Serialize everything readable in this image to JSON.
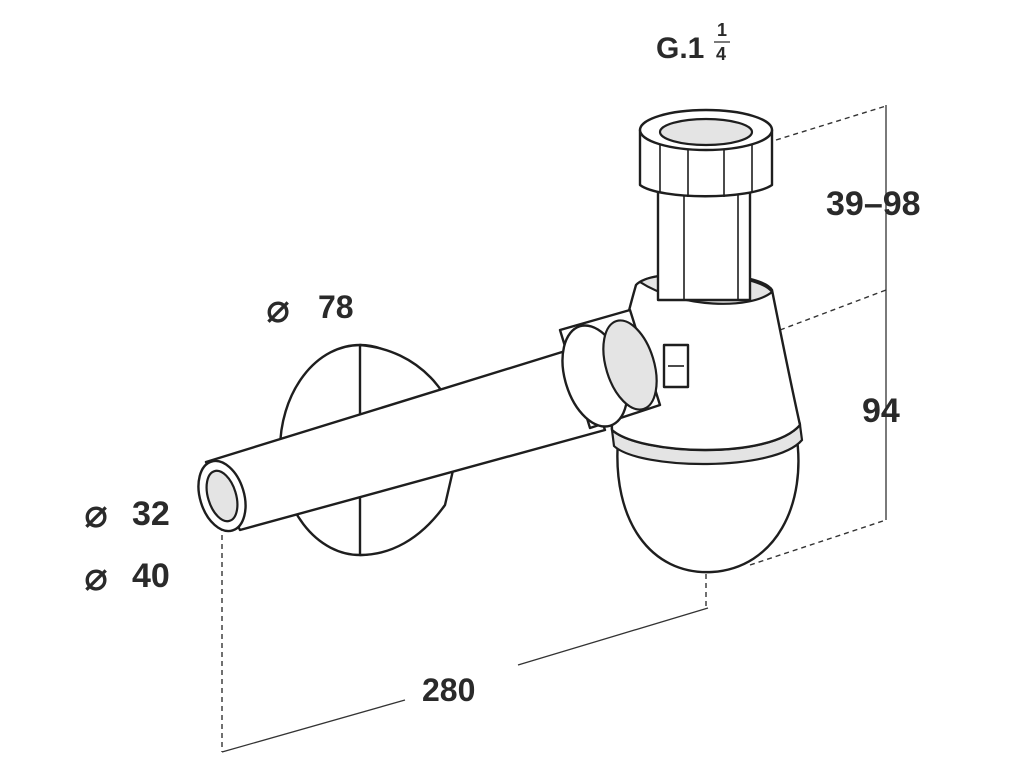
{
  "labels": {
    "thread_prefix": "G.1",
    "thread_num": "1",
    "thread_den": "4",
    "height_range": "39–98",
    "trap_height": "94",
    "rosette_dia_symbol": "⌀",
    "rosette_dia": "78",
    "pipe_dia_symbol_1": "⌀",
    "pipe_dia_1": "32",
    "pipe_dia_symbol_2": "⌀",
    "pipe_dia_2": "40",
    "length": "280"
  },
  "colors": {
    "line": "#1e1e1e",
    "shade": "#e4e4e4",
    "background": "#ffffff"
  }
}
